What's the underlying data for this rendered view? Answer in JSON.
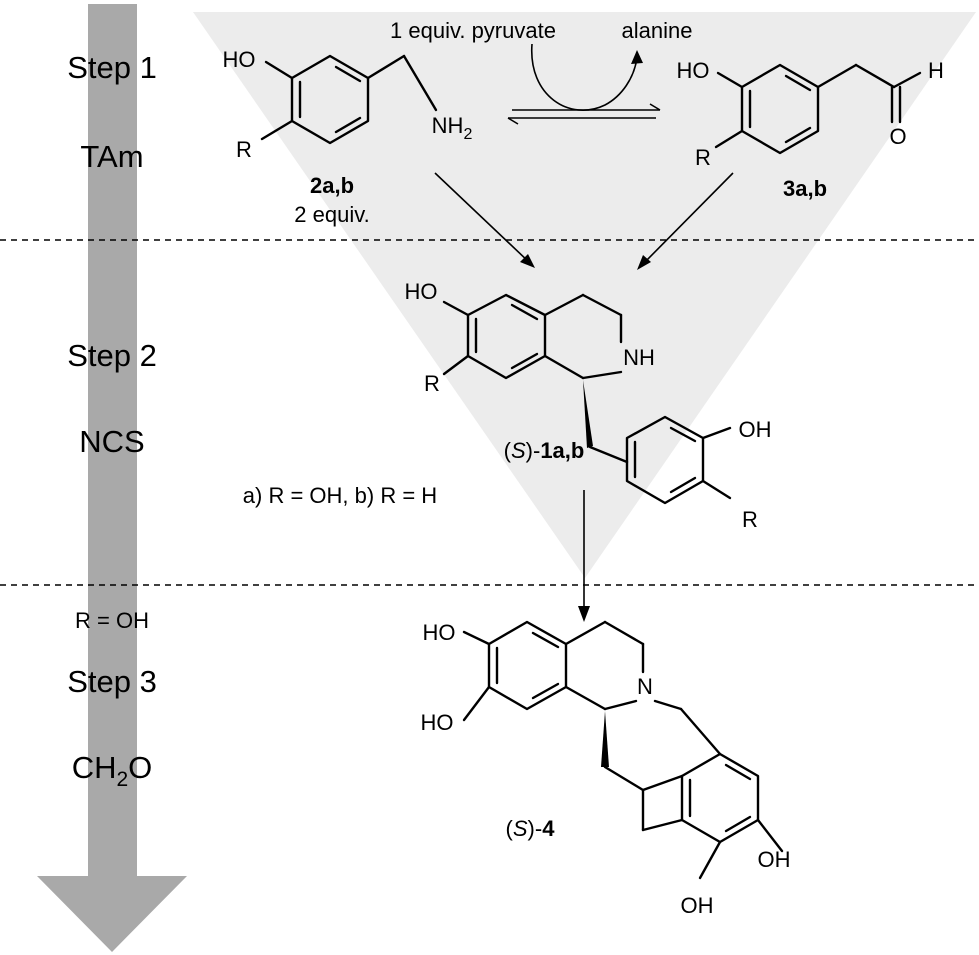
{
  "colors": {
    "funnel": "#ececec",
    "step_arrow": "#a9a9a9",
    "ink": "#000000"
  },
  "steps": [
    {
      "name": "Step 1",
      "reagent": "TAm"
    },
    {
      "name": "Step 2",
      "reagent": "NCS"
    },
    {
      "name": "Step 3",
      "reagent_pre": "CH",
      "reagent_sub": "2",
      "reagent_post": "O",
      "condition": "R = OH"
    }
  ],
  "step1": {
    "pyruvate": "1 equiv. pyruvate",
    "alanine": "alanine",
    "compound_2": {
      "label": "2a,b",
      "note": "2 equiv."
    },
    "compound_3": {
      "label": "3a,b"
    }
  },
  "step2": {
    "compound_1_pre": "(",
    "compound_1_stereo": "S",
    "compound_1_mid": ")-",
    "compound_1_num": "1a,b",
    "definition": "a) R = OH, b) R = H"
  },
  "step3": {
    "compound_4_pre": "(",
    "compound_4_stereo": "S",
    "compound_4_mid": ")-",
    "compound_4_num": "4"
  },
  "atoms": {
    "ho": "HO",
    "oh": "OH",
    "r": "R",
    "n": "N",
    "nh": "NH",
    "nh2_pre": "NH",
    "nh2_sub": "2",
    "h": "H",
    "o": "O"
  }
}
